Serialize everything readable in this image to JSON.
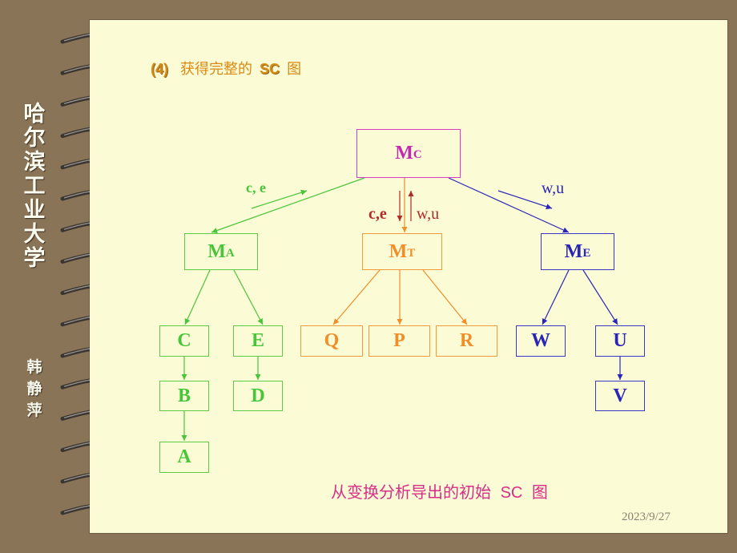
{
  "sidebar": {
    "title_chars": [
      "哈",
      "尔",
      "滨",
      "工",
      "业",
      "大",
      "学"
    ],
    "author_chars": [
      "韩",
      "静",
      "萍"
    ]
  },
  "heading": {
    "number": "(4)",
    "text_before": "获得完整的",
    "sc": "SC",
    "text_after": "图"
  },
  "nodes": {
    "mc": {
      "main": "M",
      "sub": "C"
    },
    "ma": {
      "main": "M",
      "sub": "A"
    },
    "mt": {
      "main": "M",
      "sub": "T"
    },
    "me": {
      "main": "M",
      "sub": "E"
    },
    "c": "C",
    "e": "E",
    "b": "B",
    "d": "D",
    "a": "A",
    "q": "Q",
    "p": "P",
    "r": "R",
    "w": "W",
    "u": "U",
    "v": "V"
  },
  "flows": {
    "left": "c, e",
    "center_down": "c,e",
    "center_up": "w,u",
    "right": "w,u"
  },
  "caption": {
    "text": "从变换分析导出的初始",
    "sc": "SC",
    "tail": "图"
  },
  "footer": {
    "date": "2023/9/27"
  },
  "colors": {
    "background": "#8a7458",
    "paper": "#fbfbd6",
    "green": "#49c53a",
    "orange": "#f08e2a",
    "blue": "#2a24b8",
    "magenta": "#c42ab0",
    "heading": "#d98a12",
    "caption": "#d72f87"
  }
}
